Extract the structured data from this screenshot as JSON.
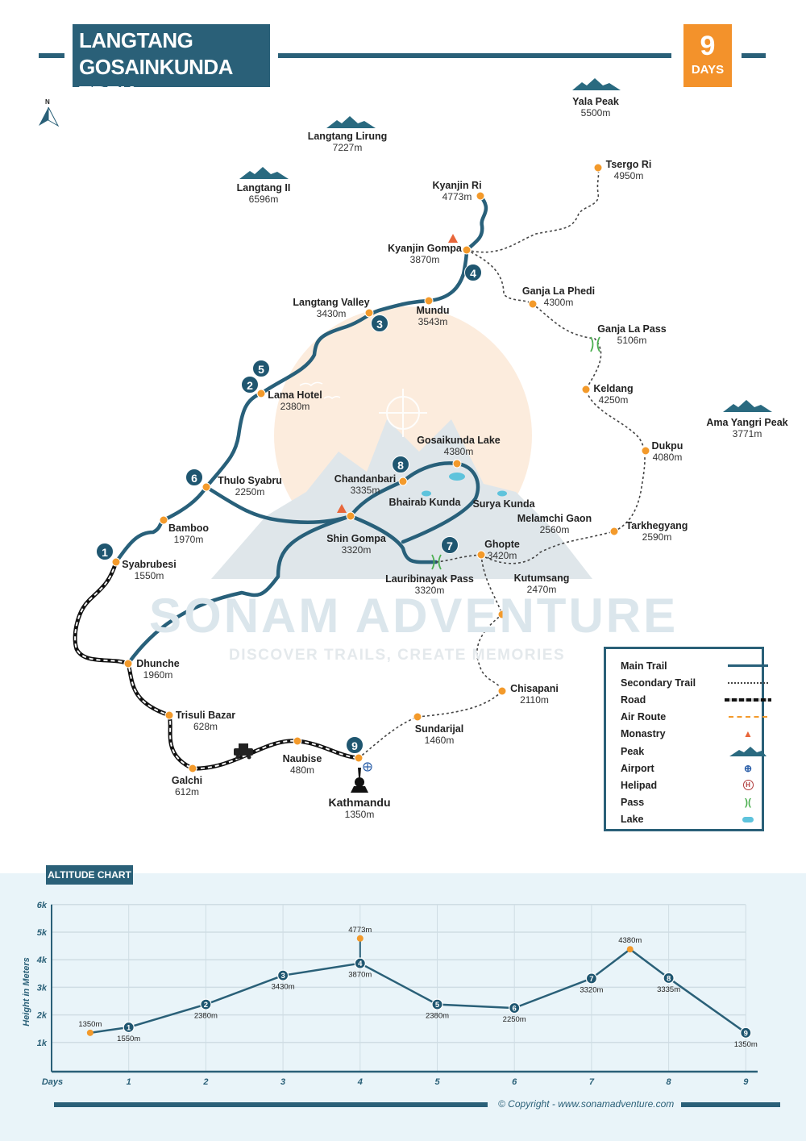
{
  "header": {
    "title_line1": "LANGTANG",
    "title_line2": "GOSAINKUNDA TREK",
    "days_number": "9",
    "days_label": "DAYS",
    "north": "N"
  },
  "peaks": [
    {
      "name": "Yala Peak",
      "alt": "5500m"
    },
    {
      "name": "Langtang Lirung",
      "alt": "7227m"
    },
    {
      "name": "Langtang II",
      "alt": "6596m"
    },
    {
      "name": "Ama Yangri Peak",
      "alt": "3771m"
    }
  ],
  "places": [
    {
      "name": "Kyanjin Ri",
      "alt": "4773m"
    },
    {
      "name": "Kyanjin Gompa",
      "alt": "3870m"
    },
    {
      "name": "Langtang Valley",
      "alt": "3430m"
    },
    {
      "name": "Mundu",
      "alt": "3543m"
    },
    {
      "name": "Lama Hotel",
      "alt": "2380m"
    },
    {
      "name": "Thulo Syabru",
      "alt": "2250m"
    },
    {
      "name": "Bamboo",
      "alt": "1970m"
    },
    {
      "name": "Syabrubesi",
      "alt": "1550m"
    },
    {
      "name": "Dhunche",
      "alt": "1960m"
    },
    {
      "name": "Trisuli Bazar",
      "alt": "628m"
    },
    {
      "name": "Galchi",
      "alt": "612m"
    },
    {
      "name": "Naubise",
      "alt": "480m"
    },
    {
      "name": "Kathmandu",
      "alt": "1350m"
    },
    {
      "name": "Sundarijal",
      "alt": "1460m"
    },
    {
      "name": "Chisapani",
      "alt": "2110m"
    },
    {
      "name": "Kutumsang",
      "alt": "2470m"
    },
    {
      "name": "Ghopte",
      "alt": "3420m"
    },
    {
      "name": "Lauribinayak Pass",
      "alt": "3320m"
    },
    {
      "name": "Shin Gompa",
      "alt": "3320m"
    },
    {
      "name": "Chandanbari",
      "alt": "3335m"
    },
    {
      "name": "Gosaikunda Lake",
      "alt": "4380m"
    },
    {
      "name": "Melamchi Gaon",
      "alt": "2560m"
    },
    {
      "name": "Tarkhegyang",
      "alt": "2590m"
    },
    {
      "name": "Dukpu",
      "alt": "4080m"
    },
    {
      "name": "Keldang",
      "alt": "4250m"
    },
    {
      "name": "Ganja La Pass",
      "alt": "5106m"
    },
    {
      "name": "Ganja La Phedi",
      "alt": "4300m"
    },
    {
      "name": "Tsergo Ri",
      "alt": "4950m"
    }
  ],
  "lakes": {
    "bhairab": "Bhairab Kunda",
    "surya": "Surya Kunda"
  },
  "day_badges": [
    "1",
    "2",
    "3",
    "4",
    "5",
    "6",
    "7",
    "8",
    "9"
  ],
  "watermark": {
    "brand": "SONAM ADVENTURE",
    "tagline": "DISCOVER TRAILS, CREATE MEMORIES"
  },
  "legend": [
    "Main Trail",
    "Secondary Trail",
    "Road",
    "Air Route",
    "Monastry",
    "Peak",
    "Airport",
    "Helipad",
    "Pass",
    "Lake"
  ],
  "colors": {
    "trail": "#28607a",
    "dot": "#f39a2b",
    "accent": "#f3922b",
    "chart_bg": "#e9f4f9"
  },
  "chart_data": {
    "type": "line",
    "title": "ALTITUDE CHART",
    "xlabel": "Days",
    "ylabel": "Height in Meters",
    "ylim": [
      0,
      6000
    ],
    "y_ticks": [
      "1k",
      "2k",
      "3k",
      "4k",
      "5k",
      "6k"
    ],
    "x_ticks": [
      "1",
      "2",
      "3",
      "4",
      "5",
      "6",
      "7",
      "8",
      "9"
    ],
    "grid": true,
    "points": [
      {
        "x": 0.5,
        "y": 1350,
        "label": "1350m",
        "marker": "dot"
      },
      {
        "x": 1,
        "y": 1550,
        "label": "1550m",
        "marker": "1"
      },
      {
        "x": 2,
        "y": 2380,
        "label": "2380m",
        "marker": "2"
      },
      {
        "x": 3,
        "y": 3430,
        "label": "3430m",
        "marker": "3"
      },
      {
        "x": 4,
        "y": 3870,
        "label": "3870m",
        "marker": "4"
      },
      {
        "x": 5,
        "y": 2380,
        "label": "2380m",
        "marker": "5"
      },
      {
        "x": 6,
        "y": 2250,
        "label": "2250m",
        "marker": "6"
      },
      {
        "x": 7,
        "y": 3320,
        "label": "3320m",
        "marker": "7"
      },
      {
        "x": 7.5,
        "y": 4380,
        "label": "4380m",
        "marker": "dot"
      },
      {
        "x": 8,
        "y": 3335,
        "label": "3335m",
        "marker": "8"
      },
      {
        "x": 9,
        "y": 1350,
        "label": "1350m",
        "marker": "9"
      }
    ],
    "side_trip": {
      "x": 4,
      "y": 4773,
      "label": "4773m"
    }
  },
  "footer": {
    "copyright": "© Copyright - www.sonamadventure.com"
  }
}
